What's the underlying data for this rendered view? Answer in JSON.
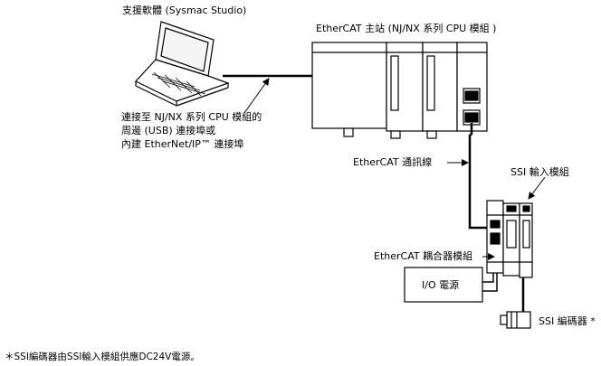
{
  "labels": {
    "software": "支援軟體 (Sysmac Studio)",
    "master": "EtherCAT 主站 (NJ/NX 系列 CPU 模組 )",
    "connect_line1": "連接至 NJ/NX 系列 CPU 模組的",
    "connect_line2": "周邊 (USB) 連接埠或",
    "connect_line3": "內建 EtherNet/IP™ 連接埠",
    "cable": "EtherCAT 通訊線",
    "ssi_module": "SSI 輸入模組",
    "coupler": "EtherCAT 耦合器模組",
    "io_power": "I/O 電源",
    "ssi_encoder": "SSI 編碼器 *",
    "footnote": "＊SSI編碼器由SSI輸入模組供應DC24V電源。"
  }
}
